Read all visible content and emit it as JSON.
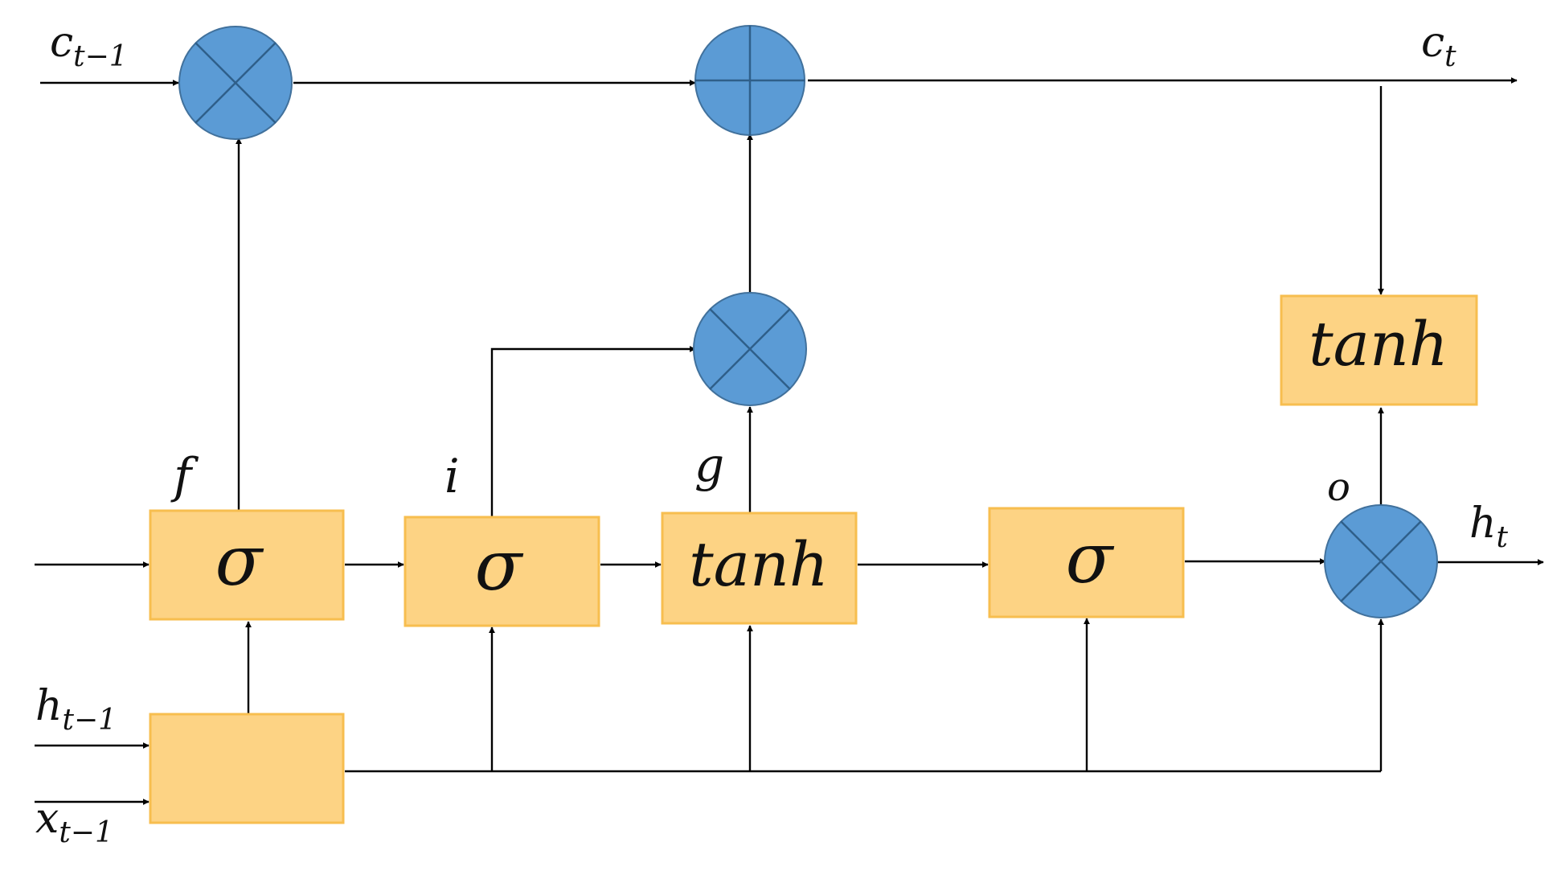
{
  "diagram": {
    "type": "lstm-cell",
    "colors": {
      "box_fill": "#FDD384",
      "box_stroke": "#F7BE4F",
      "node_fill": "#5B9BD5",
      "node_stroke": "#41719C"
    },
    "blocks": {
      "forget_gate": "σ",
      "input_gate": "σ",
      "candidate": "tanh",
      "output_gate": "σ",
      "cell_tanh": "tanh",
      "concat": ""
    },
    "gate_labels": {
      "f": "f",
      "i": "i",
      "g": "g",
      "o": "o"
    },
    "inputs": {
      "c_prev": {
        "base": "c",
        "sub": "t−1"
      },
      "h_prev": {
        "base": "h",
        "sub": "t−1"
      },
      "x_prev": {
        "base": "x",
        "sub": "t−1"
      }
    },
    "outputs": {
      "c_t": {
        "base": "c",
        "sub": "t"
      },
      "h_t": {
        "base": "h",
        "sub": "t"
      }
    },
    "operators": [
      "multiply",
      "add",
      "multiply",
      "multiply"
    ]
  }
}
